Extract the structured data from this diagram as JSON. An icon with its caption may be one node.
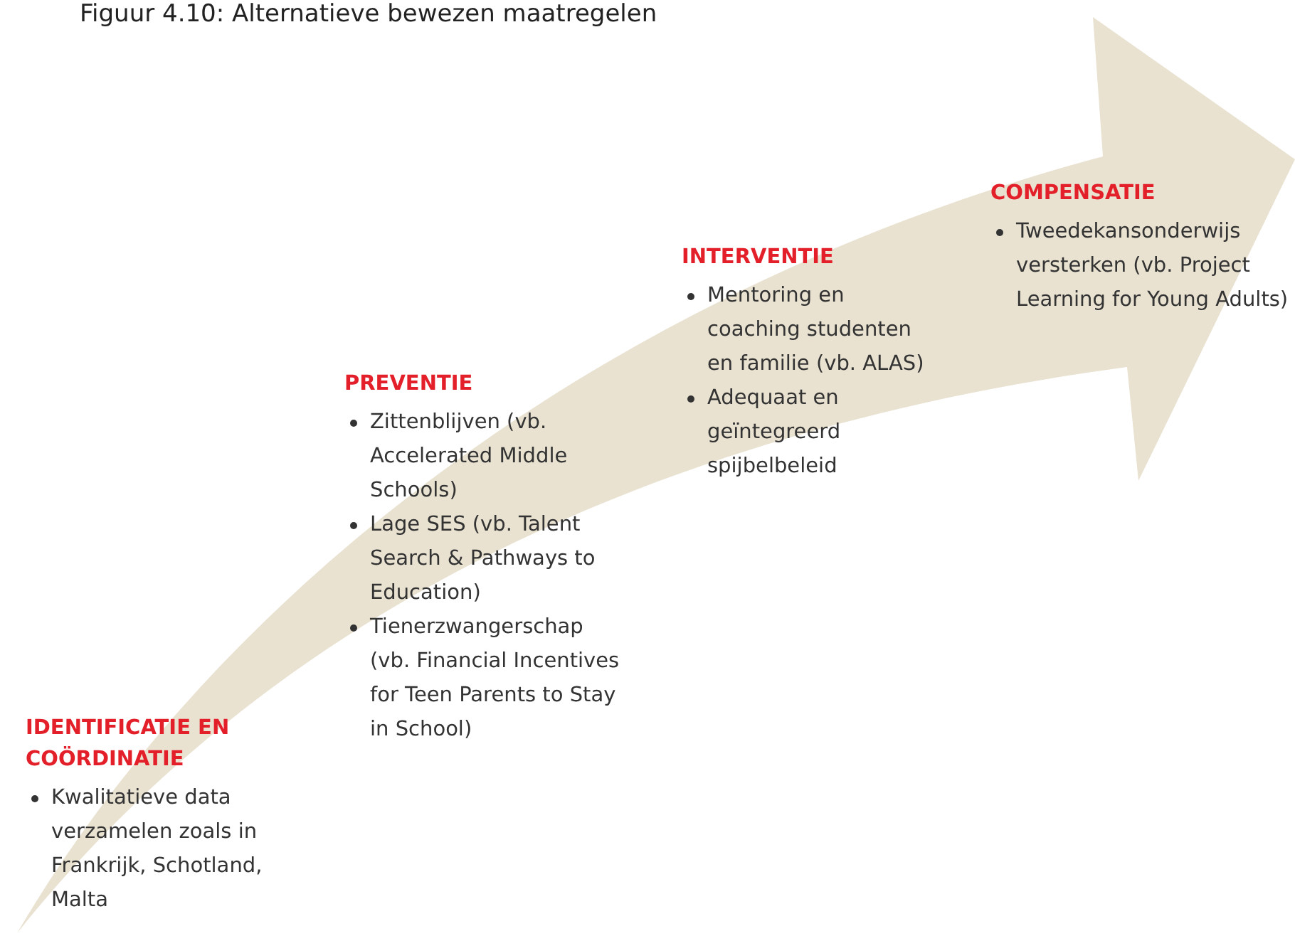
{
  "diagram": {
    "title": "Figuur 4.10: Alternatieve bewezen maatregelen",
    "labels": [
      "IDENTIFICATIE EN COÖRDINATIE",
      "Kwalitatieve data verzamelen zoals in Frankrijk, Schotland, Malta",
      "PREVENTIE",
      "Zittenblijven (vb. Accelerated Middle Schools)",
      "Lage SES (vb. Talent Search & Pathways to Education)",
      "Tienerzwangerschap (vb. Financial Incentives for Teen Parents to Stay in School)",
      "INTERVENTIE",
      "Mentoring en coaching studenten en familie (vb. ALAS)",
      "Adequaat en geïntegreerd spijbelbeleid",
      "COMPENSATIE",
      "Tweedekansonderwijs versterken (vb. Project Learning for Young Adults)"
    ]
  }
}
